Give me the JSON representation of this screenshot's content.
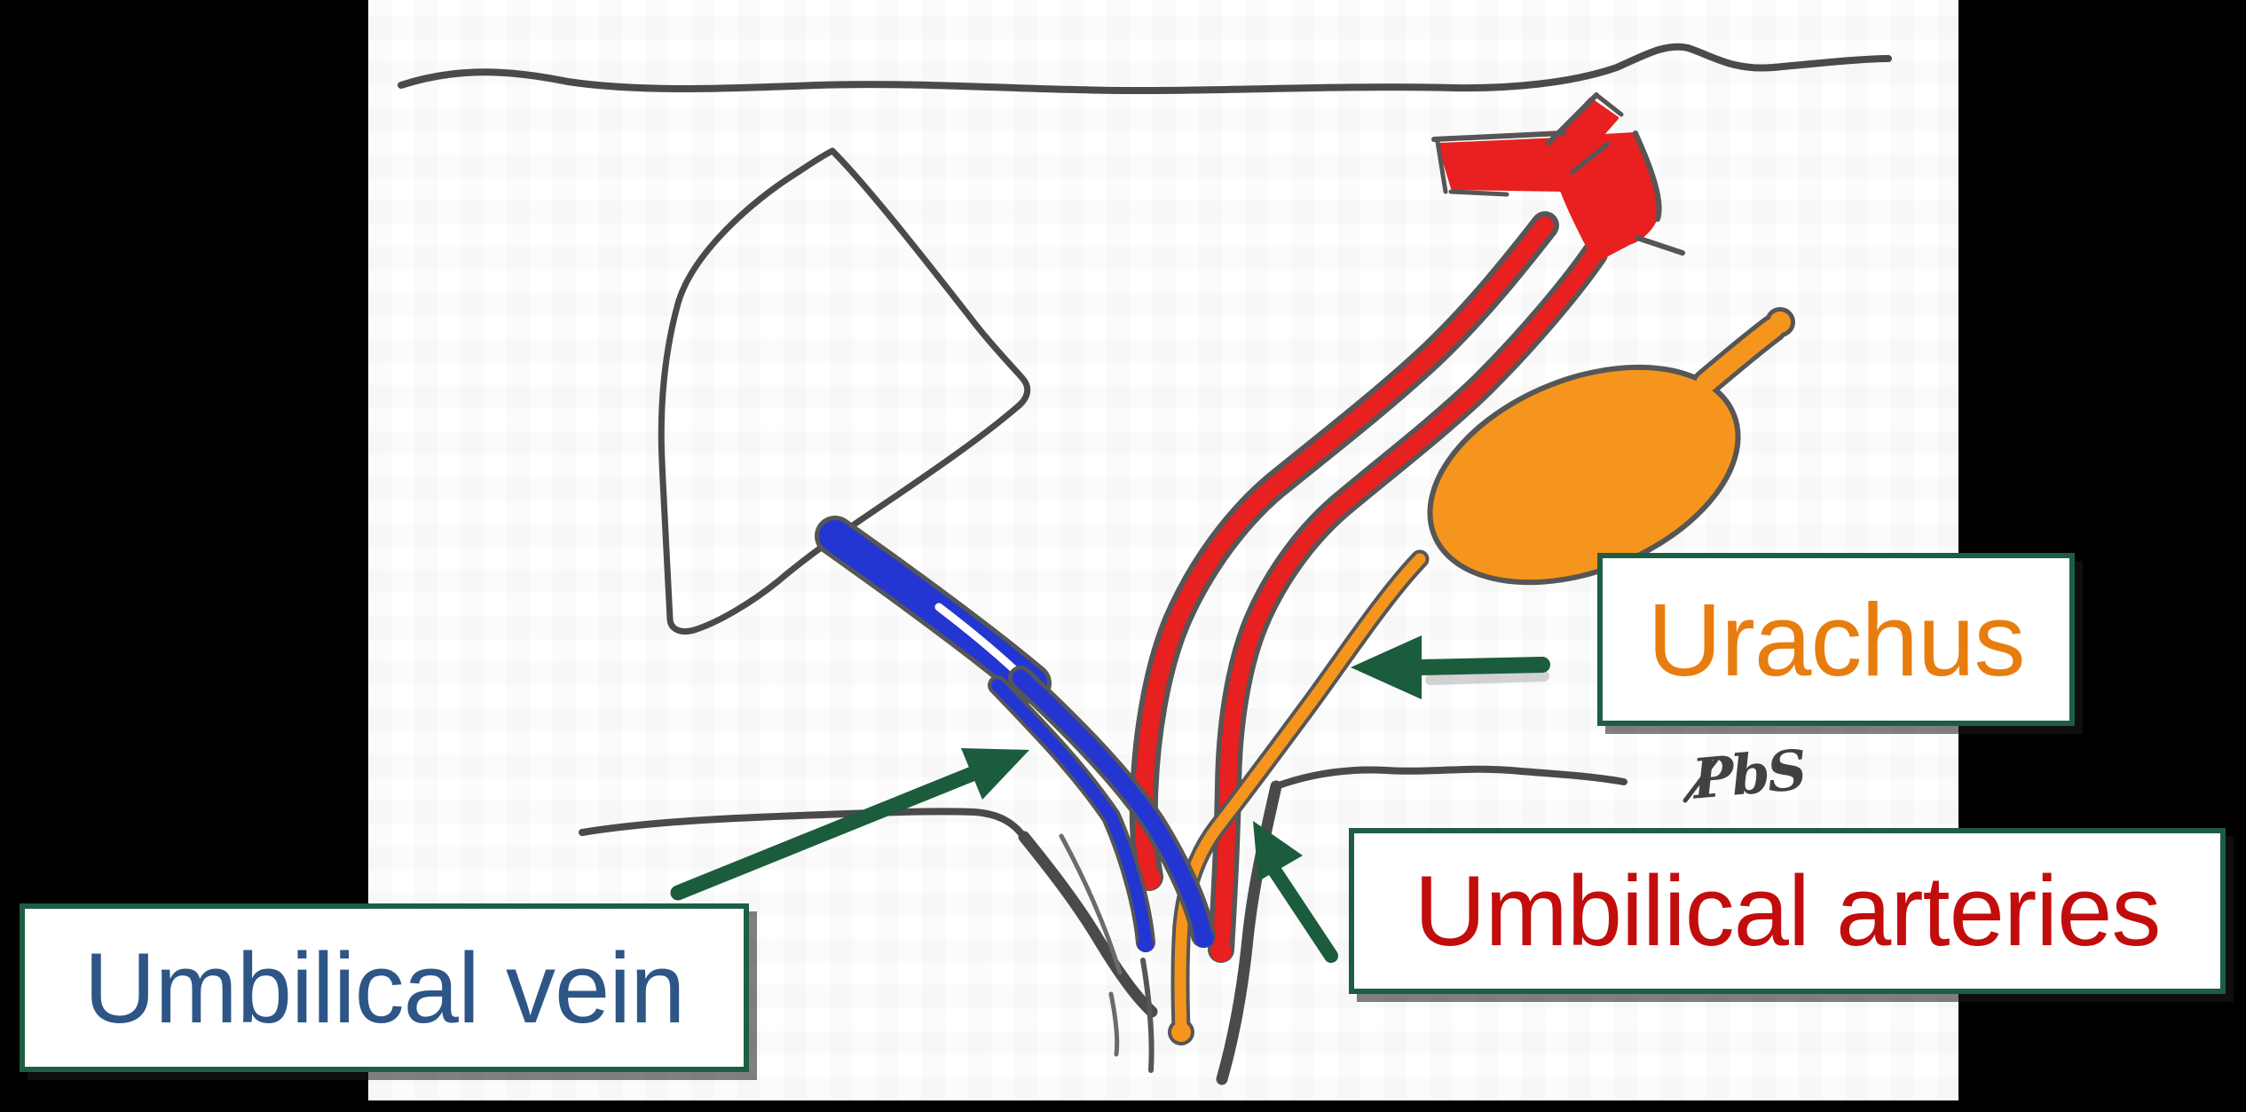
{
  "page": {
    "background": "#000000",
    "canvas_background": "#ffffff",
    "description": "Hand-drawn anatomical sketch of the structures converging at the umbilicus: liver with umbilical vein (blue), two umbilical arteries from the aorta/iliac vessels (red), and bladder with urachus (orange), inside a black frame"
  },
  "annotations": {
    "vein": {
      "label": "Umbilical vein"
    },
    "urachus": {
      "label": "Urachus"
    },
    "arteries": {
      "label": "Umbilical arteries"
    }
  },
  "signature": {
    "text": "PbS"
  },
  "colors": {
    "bg": "#000000",
    "canvas": "#ffffff",
    "sketch": "#4a4a4a",
    "outline": "#565656",
    "vein": "#2436d2",
    "vein_text": "#2d5586",
    "artery": "#e8201f",
    "artery_text": "#c20d0d",
    "urachus": "#f6951d",
    "urachus_text": "#e87d0f",
    "arrow": "#1a5c3c",
    "box_border": "#1d5e42",
    "box_bg": "#ffffff",
    "signature": "#414141"
  }
}
